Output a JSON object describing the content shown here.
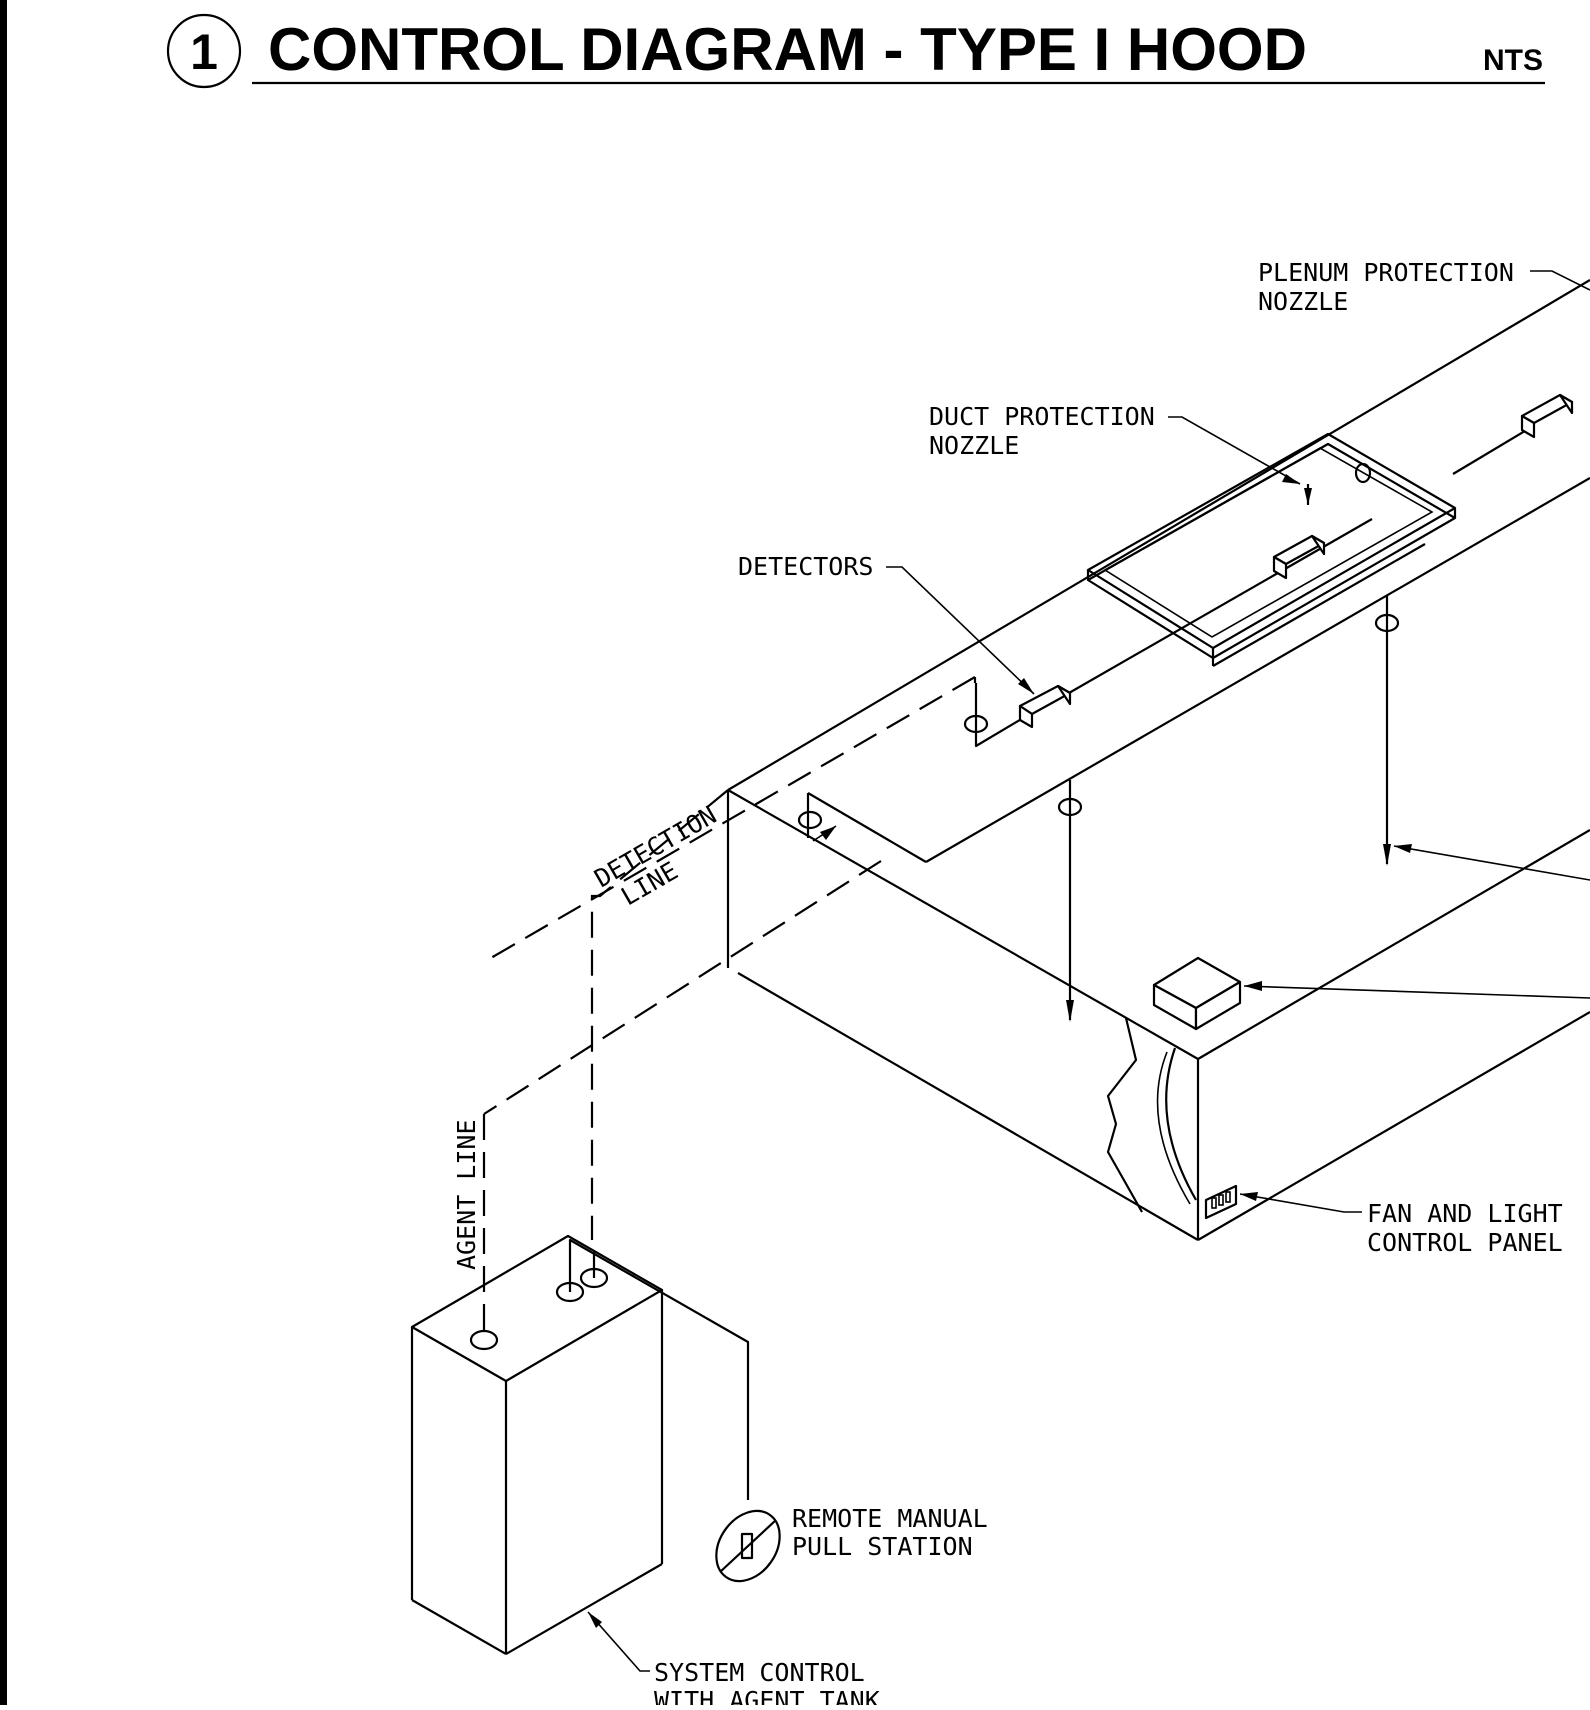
{
  "title": {
    "number": "1",
    "text": "CONTROL DIAGRAM - TYPE I HOOD",
    "scale": "NTS"
  },
  "labels": {
    "plenum_nozzle_1": "PLENUM PROTECTION",
    "plenum_nozzle_2": "NOZZLE",
    "duct_nozzle_1": "DUCT PROTECTION",
    "duct_nozzle_2": "NOZZLE",
    "detectors": "DETECTORS",
    "detection_line_1": "DETECTION",
    "detection_line_2": "LINE",
    "agent_line": "AGENT LINE",
    "fan_light_1": "FAN AND LIGHT",
    "fan_light_2": "CONTROL PANEL",
    "pull_station_1": "REMOTE MANUAL",
    "pull_station_2": "PULL STATION",
    "system_control_1": "SYSTEM CONTROL",
    "system_control_2": "WITH AGENT TANK"
  }
}
